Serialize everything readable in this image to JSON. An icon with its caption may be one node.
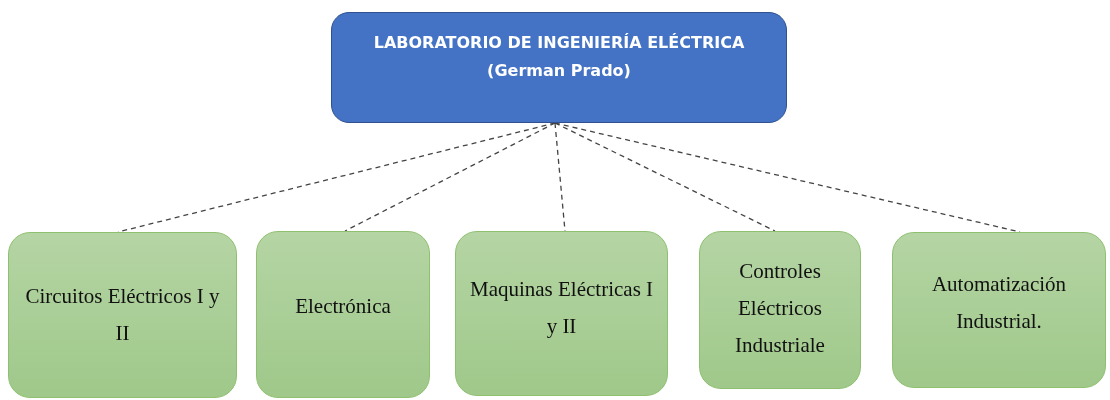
{
  "diagram": {
    "nodes": [
      {
        "text": [
          "LABORATORIO DE INGENIERÍA ELÉCTRICA (German Prado)"
        ]
      },
      {
        "text": [
          "Circuitos Eléctricos I y II"
        ]
      },
      {
        "text": [
          "Electrónica"
        ]
      },
      {
        "text": [
          "Maquinas Eléctricas I y II"
        ]
      },
      {
        "text": [
          "Controles Eléctricos Industriale"
        ]
      },
      {
        "text": [
          "Automatización Industrial."
        ]
      }
    ],
    "edges": [
      {
        "from": 0,
        "to": 1,
        "arrow": "none",
        "style": "dashed"
      },
      {
        "from": 0,
        "to": 2,
        "arrow": "none",
        "style": "dashed"
      },
      {
        "from": 0,
        "to": 3,
        "arrow": "none",
        "style": "dashed"
      },
      {
        "from": 0,
        "to": 4,
        "arrow": "none",
        "style": "dashed"
      },
      {
        "from": 0,
        "to": 5,
        "arrow": "none",
        "style": "dashed"
      }
    ]
  }
}
